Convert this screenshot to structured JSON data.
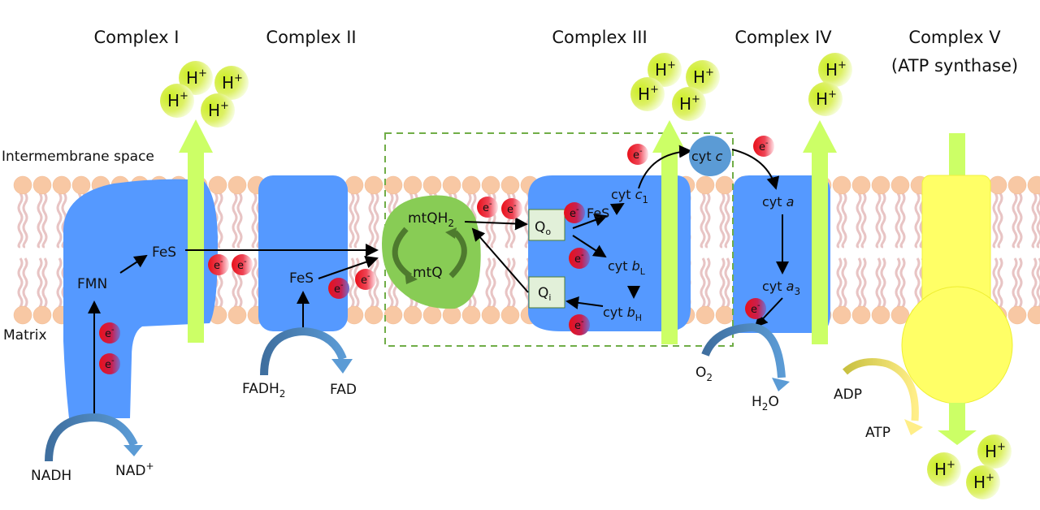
{
  "regions": {
    "intermembrane_space": "Intermembrane space",
    "matrix": "Matrix"
  },
  "complexes": {
    "c1": {
      "title": "Complex I",
      "fmn": "FMN",
      "fes": "FeS",
      "protons": 4
    },
    "c2": {
      "title": "Complex II",
      "fes": "FeS"
    },
    "c3": {
      "title": "Complex III",
      "protons": 4,
      "qo": {
        "base": "Q",
        "sub": "o"
      },
      "qi": {
        "base": "Q",
        "sub": "i"
      },
      "fes": "FeS",
      "cyt_c1": {
        "base": "cyt ",
        "ital": "c",
        "sub": "1"
      },
      "cyt_bl": {
        "base": "cyt ",
        "ital": "b",
        "sub": "L"
      },
      "cyt_bh": {
        "base": "cyt ",
        "ital": "b",
        "sub": "H"
      }
    },
    "c4": {
      "title": "Complex IV",
      "protons": 2,
      "cyt_a": {
        "base": "cyt ",
        "ital": "a"
      },
      "cyt_a3": {
        "base": "cyt ",
        "ital": "a",
        "sub": "3"
      }
    },
    "c5": {
      "title_line1": "Complex V",
      "title_line2": "(ATP synthase)",
      "protons": 3
    }
  },
  "q_pool": {
    "reduced": {
      "base": "mtQH",
      "sub": "2"
    },
    "oxidized": "mtQ"
  },
  "cyt_c": {
    "base": "cyt ",
    "ital": "c"
  },
  "proton": {
    "base": "H",
    "sup": "+"
  },
  "electron": {
    "base": "e",
    "sup": "-"
  },
  "substrates": {
    "nadh": "NADH",
    "nad": {
      "base": "NAD",
      "sup": "+"
    },
    "fadh2": {
      "base": "FADH",
      "sub": "2"
    },
    "fad": "FAD",
    "o2": {
      "base": "O",
      "sub": "2"
    },
    "h2o": {
      "pre": "H",
      "sub": "2",
      "post": "O"
    },
    "adp": "ADP",
    "atp": "ATP"
  },
  "colors": {
    "complex_blue": "#5599FF",
    "proton_green": "#CCFF66",
    "q_green": "#88CC55",
    "lipid_head": "#F8C8A4",
    "lipid_tail": "#E8C4C4",
    "electron_red": "#E8101A",
    "atp_synthase_yellow": "#FFFF66",
    "cyt_c_blue": "#5B9BD5",
    "dashed_box": "#70AD47"
  }
}
